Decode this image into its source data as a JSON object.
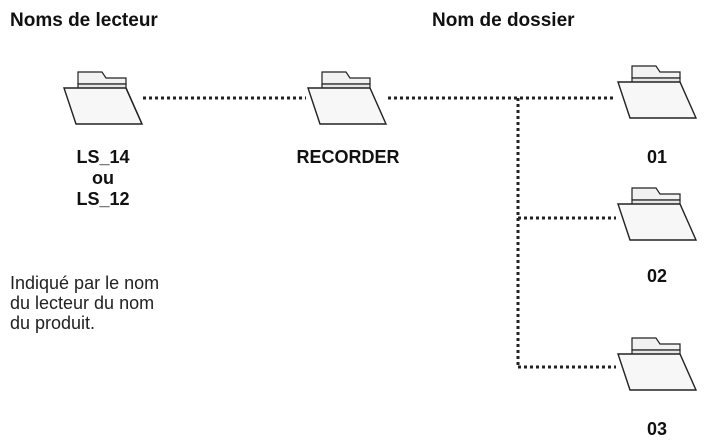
{
  "headings": {
    "drive_names": "Noms de lecteur",
    "folder_name": "Nom de dossier"
  },
  "drive": {
    "label_lines": [
      "LS_14",
      "ou",
      "LS_12"
    ],
    "note_lines": [
      "Indiqué par le nom",
      "du lecteur du nom",
      "du produit."
    ]
  },
  "recorder": {
    "label": "RECORDER"
  },
  "subfolders": [
    {
      "label": "01"
    },
    {
      "label": "02"
    },
    {
      "label": "03"
    }
  ],
  "icons": {
    "folder": "folder-icon"
  },
  "colors": {
    "folder_fill": "#f2f2f2",
    "folder_stroke": "#222222",
    "connector": "#222222"
  }
}
